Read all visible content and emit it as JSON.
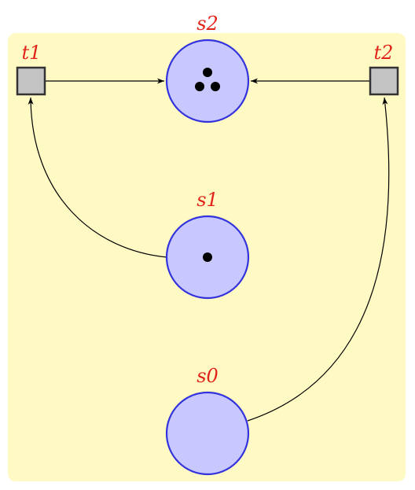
{
  "diagram": {
    "background_color": "#fff9c4",
    "place_fill": "#c8c8ff",
    "place_stroke": "#3333dd",
    "transition_fill": "#c4c4c4",
    "label_color": "#e2231a",
    "places": [
      {
        "id": "s2",
        "label": "s2",
        "tokens": 3
      },
      {
        "id": "s1",
        "label": "s1",
        "tokens": 1
      },
      {
        "id": "s0",
        "label": "s0",
        "tokens": 0
      }
    ],
    "transitions": [
      {
        "id": "t1",
        "label": "t1"
      },
      {
        "id": "t2",
        "label": "t2"
      }
    ],
    "arcs": [
      {
        "from": "t1",
        "to": "s2"
      },
      {
        "from": "t2",
        "to": "s2"
      },
      {
        "from": "s1",
        "to": "t1"
      },
      {
        "from": "s0",
        "to": "t2"
      }
    ]
  }
}
